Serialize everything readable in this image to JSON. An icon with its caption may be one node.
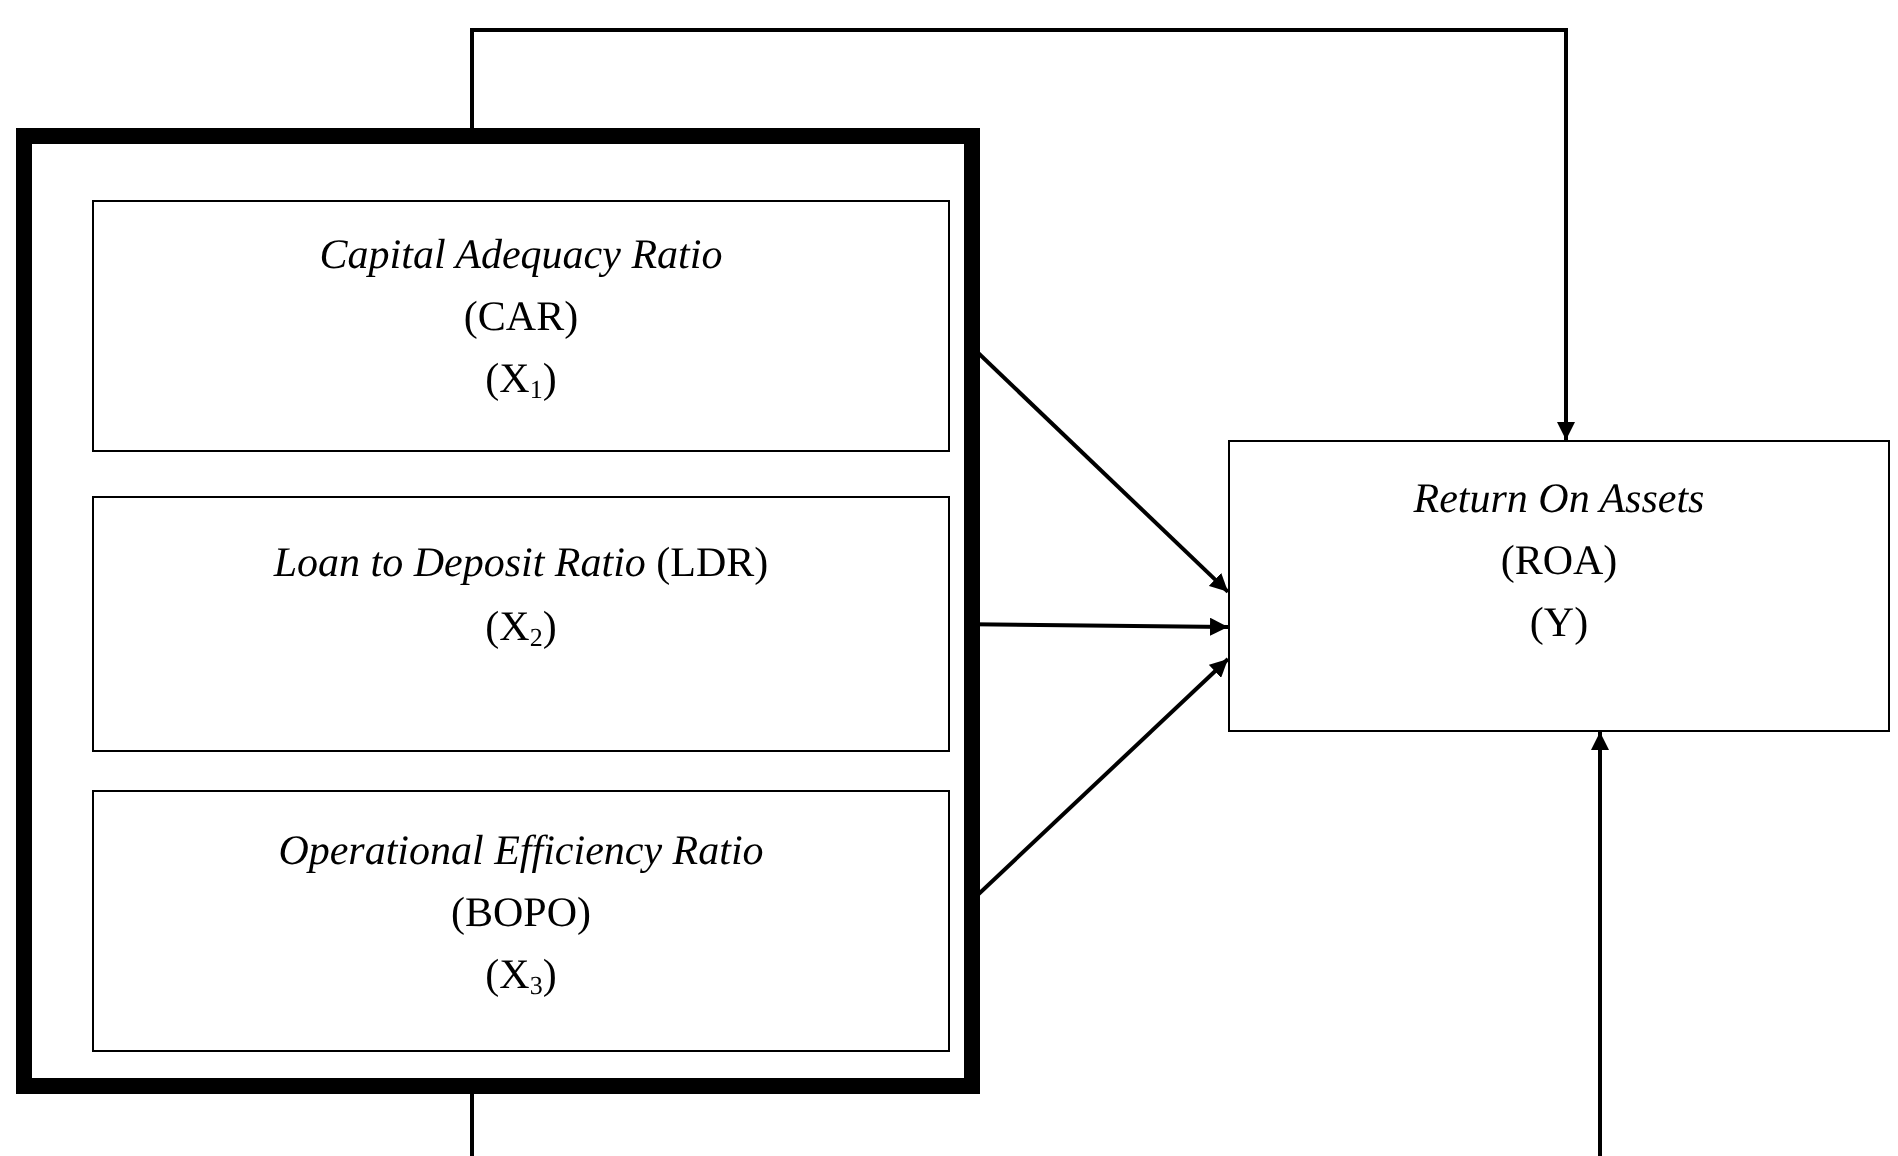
{
  "diagram": {
    "nodes": [
      {
        "text": [],
        "shape": "box"
      },
      {
        "text": [
          "Capital Adequacy Ratio",
          "(CAR)",
          "(X$_{1}$)"
        ],
        "in": 0
      },
      {
        "text": [
          "*Loan to Deposit Ratio* (LDR)",
          "(X$_{2}$)"
        ],
        "in": 0
      },
      {
        "text": [
          "Operational Efficiency Ratio",
          "(BOPO)",
          "(X$_{3}$)"
        ],
        "in": 0
      },
      {
        "text": [
          "Return On Assets",
          "(ROA)",
          "(Y)"
        ]
      }
    ],
    "edges": [
      {
        "from": 1,
        "to": 4,
        "arrow": "to"
      },
      {
        "from": 2,
        "to": 4,
        "arrow": "to"
      },
      {
        "from": 3,
        "to": 4,
        "arrow": "to"
      },
      {
        "from": 0,
        "to": 4,
        "arrow": "to"
      },
      {
        "from": 0,
        "to": null,
        "arrow": "none"
      },
      {
        "from": null,
        "to": 4,
        "arrow": "to"
      }
    ]
  }
}
